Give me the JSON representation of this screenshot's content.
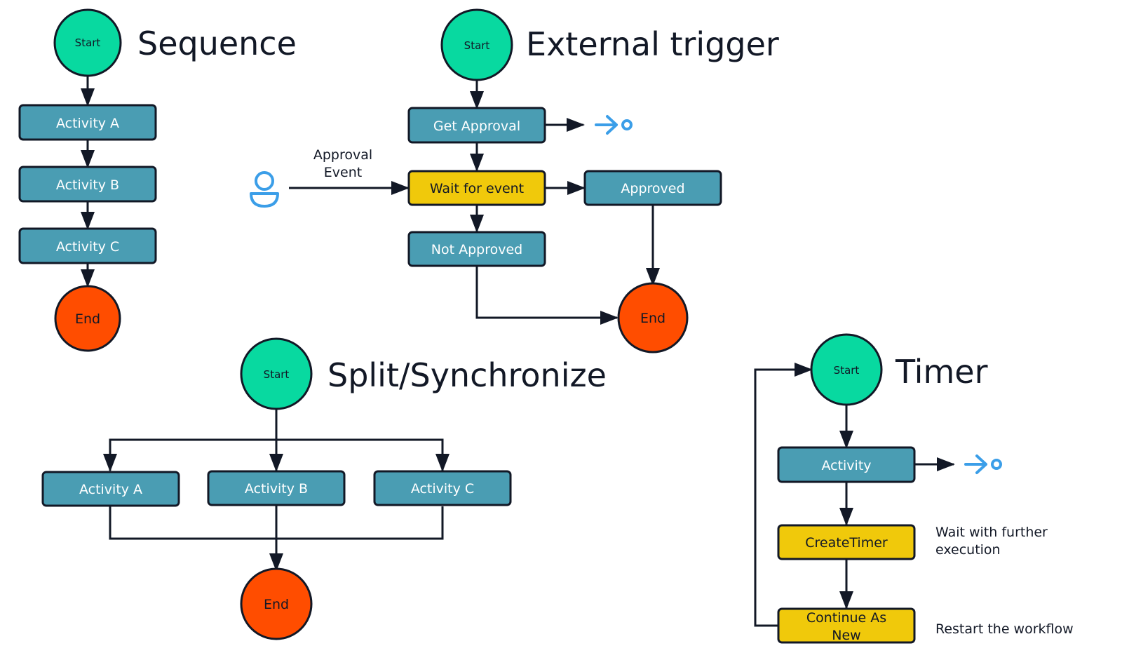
{
  "colors": {
    "start": "#08d9a0",
    "end": "#ff4d00",
    "activity": "#4a9db3",
    "yellow": "#f0c90b",
    "stroke": "#121826",
    "accent": "#3b9ee8",
    "activity_text": "#ffffff",
    "yellow_text": "#121826"
  },
  "icons": {
    "signal": "arrow-right-circle-icon",
    "user": "user-icon"
  },
  "sequence": {
    "title": "Sequence",
    "start": "Start",
    "activities": [
      "Activity A",
      "Activity B",
      "Activity C"
    ],
    "end": "End"
  },
  "external": {
    "title": "External trigger",
    "start": "Start",
    "get_approval": "Get Approval",
    "event_label_1": "Approval",
    "event_label_2": "Event",
    "wait": "Wait for event",
    "approved": "Approved",
    "not_approved": "Not Approved",
    "end": "End"
  },
  "split": {
    "title": "Split/Synchronize",
    "start": "Start",
    "activities": [
      "Activity A",
      "Activity B",
      "Activity C"
    ],
    "end": "End"
  },
  "timer": {
    "title": "Timer",
    "start": "Start",
    "activity": "Activity",
    "create_timer": "CreateTimer",
    "continue_1": "Continue As",
    "continue_2": "New",
    "note_wait_1": "Wait with further",
    "note_wait_2": "execution",
    "note_restart": "Restart the workflow"
  }
}
